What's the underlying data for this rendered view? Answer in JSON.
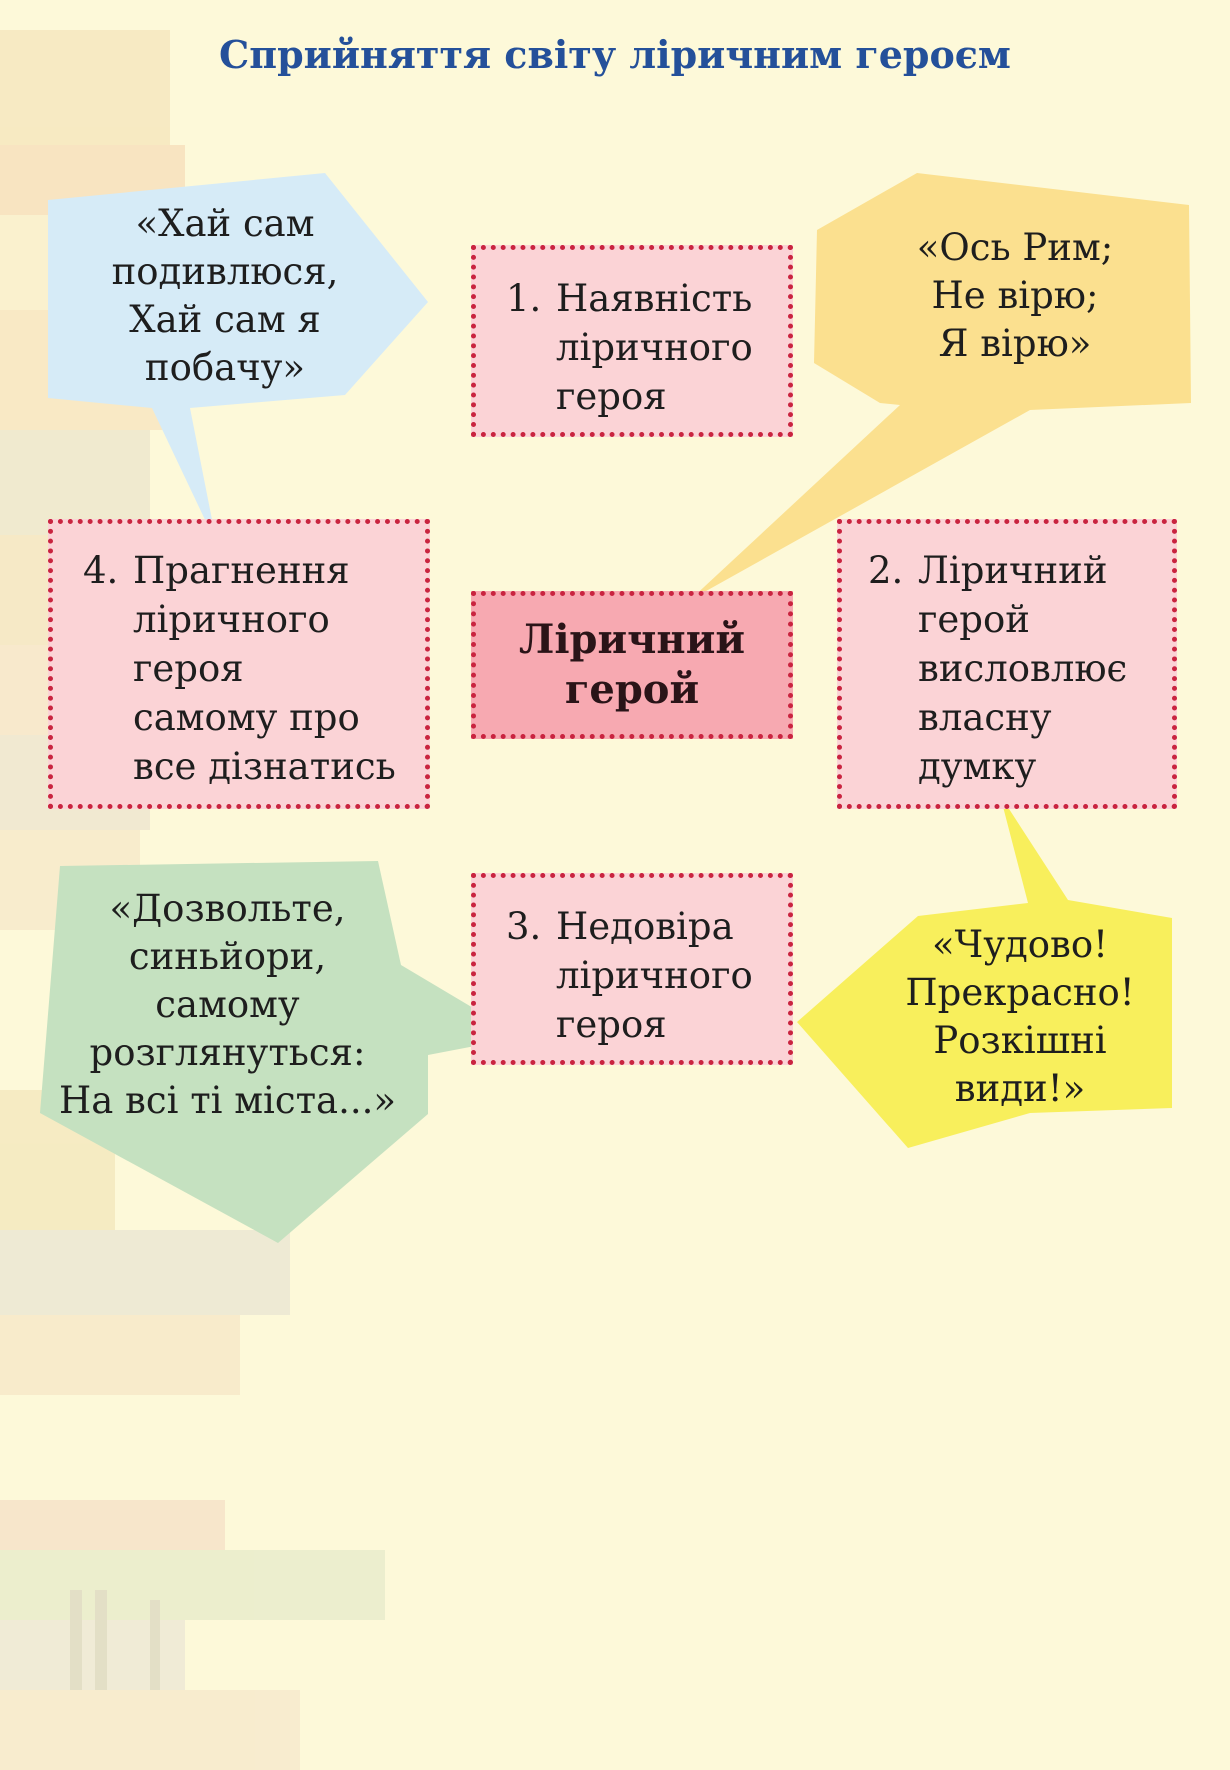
{
  "title": "Сприйняття світу ліричним героєм",
  "center": {
    "label": "Ліричний\nгерой"
  },
  "boxes": {
    "b1": {
      "num": "1.",
      "text": "Наявність\nліричного\nгероя"
    },
    "b2": {
      "num": "2.",
      "text": "Ліричний\nгерой\nвисловлює\nвласну\nдумку"
    },
    "b3": {
      "num": "3.",
      "text": "Недовіра\nліричного\nгероя"
    },
    "b4": {
      "num": "4.",
      "text": "Прагнення\nліричного\nгероя\nсамому про\nвсе дізнатись"
    }
  },
  "quotes": {
    "blue": "«Хай сам\nподивлюся,\nХай сам я\nпобачу»",
    "orange": "«Ось Рим;\nНе вірю;\nЯ вірю»",
    "green": "«Дозвольте,\nсиньйори,\nсамому\nрозглянуться:\nНа всі ті міста...»",
    "yellow": "«Чудово!\nПрекрасно!\nРозкішні\nвиди!»"
  },
  "colors": {
    "background": "#fdf9d9",
    "title": "#24509a",
    "box_fill": "#fbd3d6",
    "box_border": "#c9243f",
    "center_fill": "#f7a9b1",
    "bubble_blue": "#d6ebf7",
    "bubble_orange": "#fbe08f",
    "bubble_green": "#c5e1c0",
    "bubble_yellow": "#f8ef5c"
  }
}
